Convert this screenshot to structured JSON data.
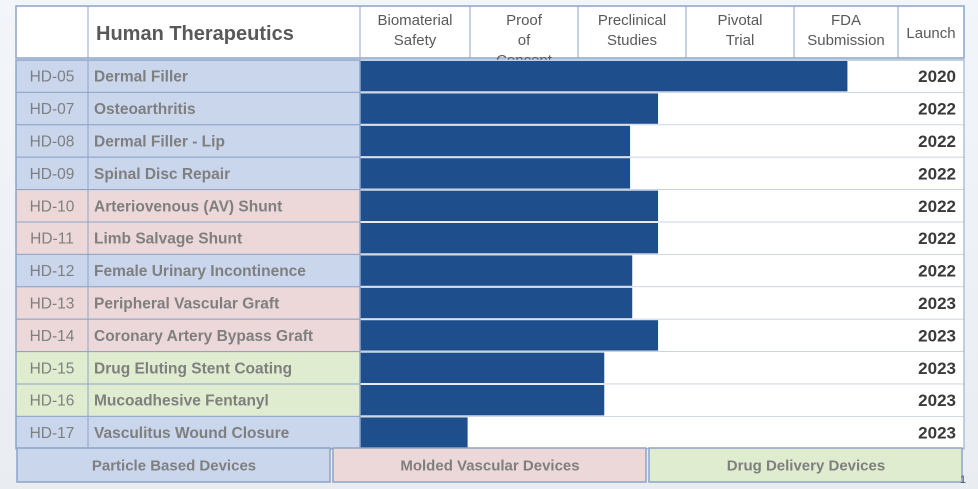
{
  "chart_data": {
    "type": "bar",
    "title": "Human Therapeutics",
    "stages": [
      "Biomaterial Safety",
      "Proof of Concept",
      "Preclinical Studies",
      "Pivotal Trial",
      "FDA Submission"
    ],
    "launch_header": "Launch",
    "xlim": [
      0,
      5
    ],
    "rows": [
      {
        "code": "HD-05",
        "name": "Dermal Filler",
        "group": "particle",
        "progress": 4.53,
        "launch": "2020"
      },
      {
        "code": "HD-07",
        "name": "Osteoarthritis",
        "group": "particle",
        "progress": 2.77,
        "launch": "2022"
      },
      {
        "code": "HD-08",
        "name": "Dermal Filler - Lip",
        "group": "particle",
        "progress": 2.51,
        "launch": "2022"
      },
      {
        "code": "HD-09",
        "name": "Spinal Disc Repair",
        "group": "particle",
        "progress": 2.51,
        "launch": "2022"
      },
      {
        "code": "HD-10",
        "name": "Arteriovenous (AV) Shunt",
        "group": "vascular",
        "progress": 2.77,
        "launch": "2022"
      },
      {
        "code": "HD-11",
        "name": "Limb Salvage Shunt",
        "group": "vascular",
        "progress": 2.77,
        "launch": "2022"
      },
      {
        "code": "HD-12",
        "name": "Female Urinary Incontinence",
        "group": "particle",
        "progress": 2.53,
        "launch": "2022"
      },
      {
        "code": "HD-13",
        "name": "Peripheral Vascular Graft",
        "group": "vascular",
        "progress": 2.53,
        "launch": "2023"
      },
      {
        "code": "HD-14",
        "name": "Coronary Artery Bypass Graft",
        "group": "vascular",
        "progress": 2.77,
        "launch": "2023"
      },
      {
        "code": "HD-15",
        "name": "Drug Eluting Stent Coating",
        "group": "drug",
        "progress": 2.27,
        "launch": "2023"
      },
      {
        "code": "HD-16",
        "name": "Mucoadhesive Fentanyl",
        "group": "drug",
        "progress": 2.27,
        "launch": "2023"
      },
      {
        "code": "HD-17",
        "name": "Vasculitus Wound Closure",
        "group": "particle",
        "progress": 1.0,
        "launch": "2023"
      }
    ],
    "legend": [
      {
        "key": "particle",
        "label": "Particle Based Devices"
      },
      {
        "key": "vascular",
        "label": "Molded Vascular Devices"
      },
      {
        "key": "drug",
        "label": "Drug Delivery Devices"
      }
    ],
    "legend_placement": "bottom"
  },
  "colors": {
    "bar": "#1f4e8c",
    "particle": "#c9d6ec",
    "vascular": "#ecd8d8",
    "drug": "#dfeccf",
    "border": "#8ea4c8"
  },
  "page_number": "1"
}
